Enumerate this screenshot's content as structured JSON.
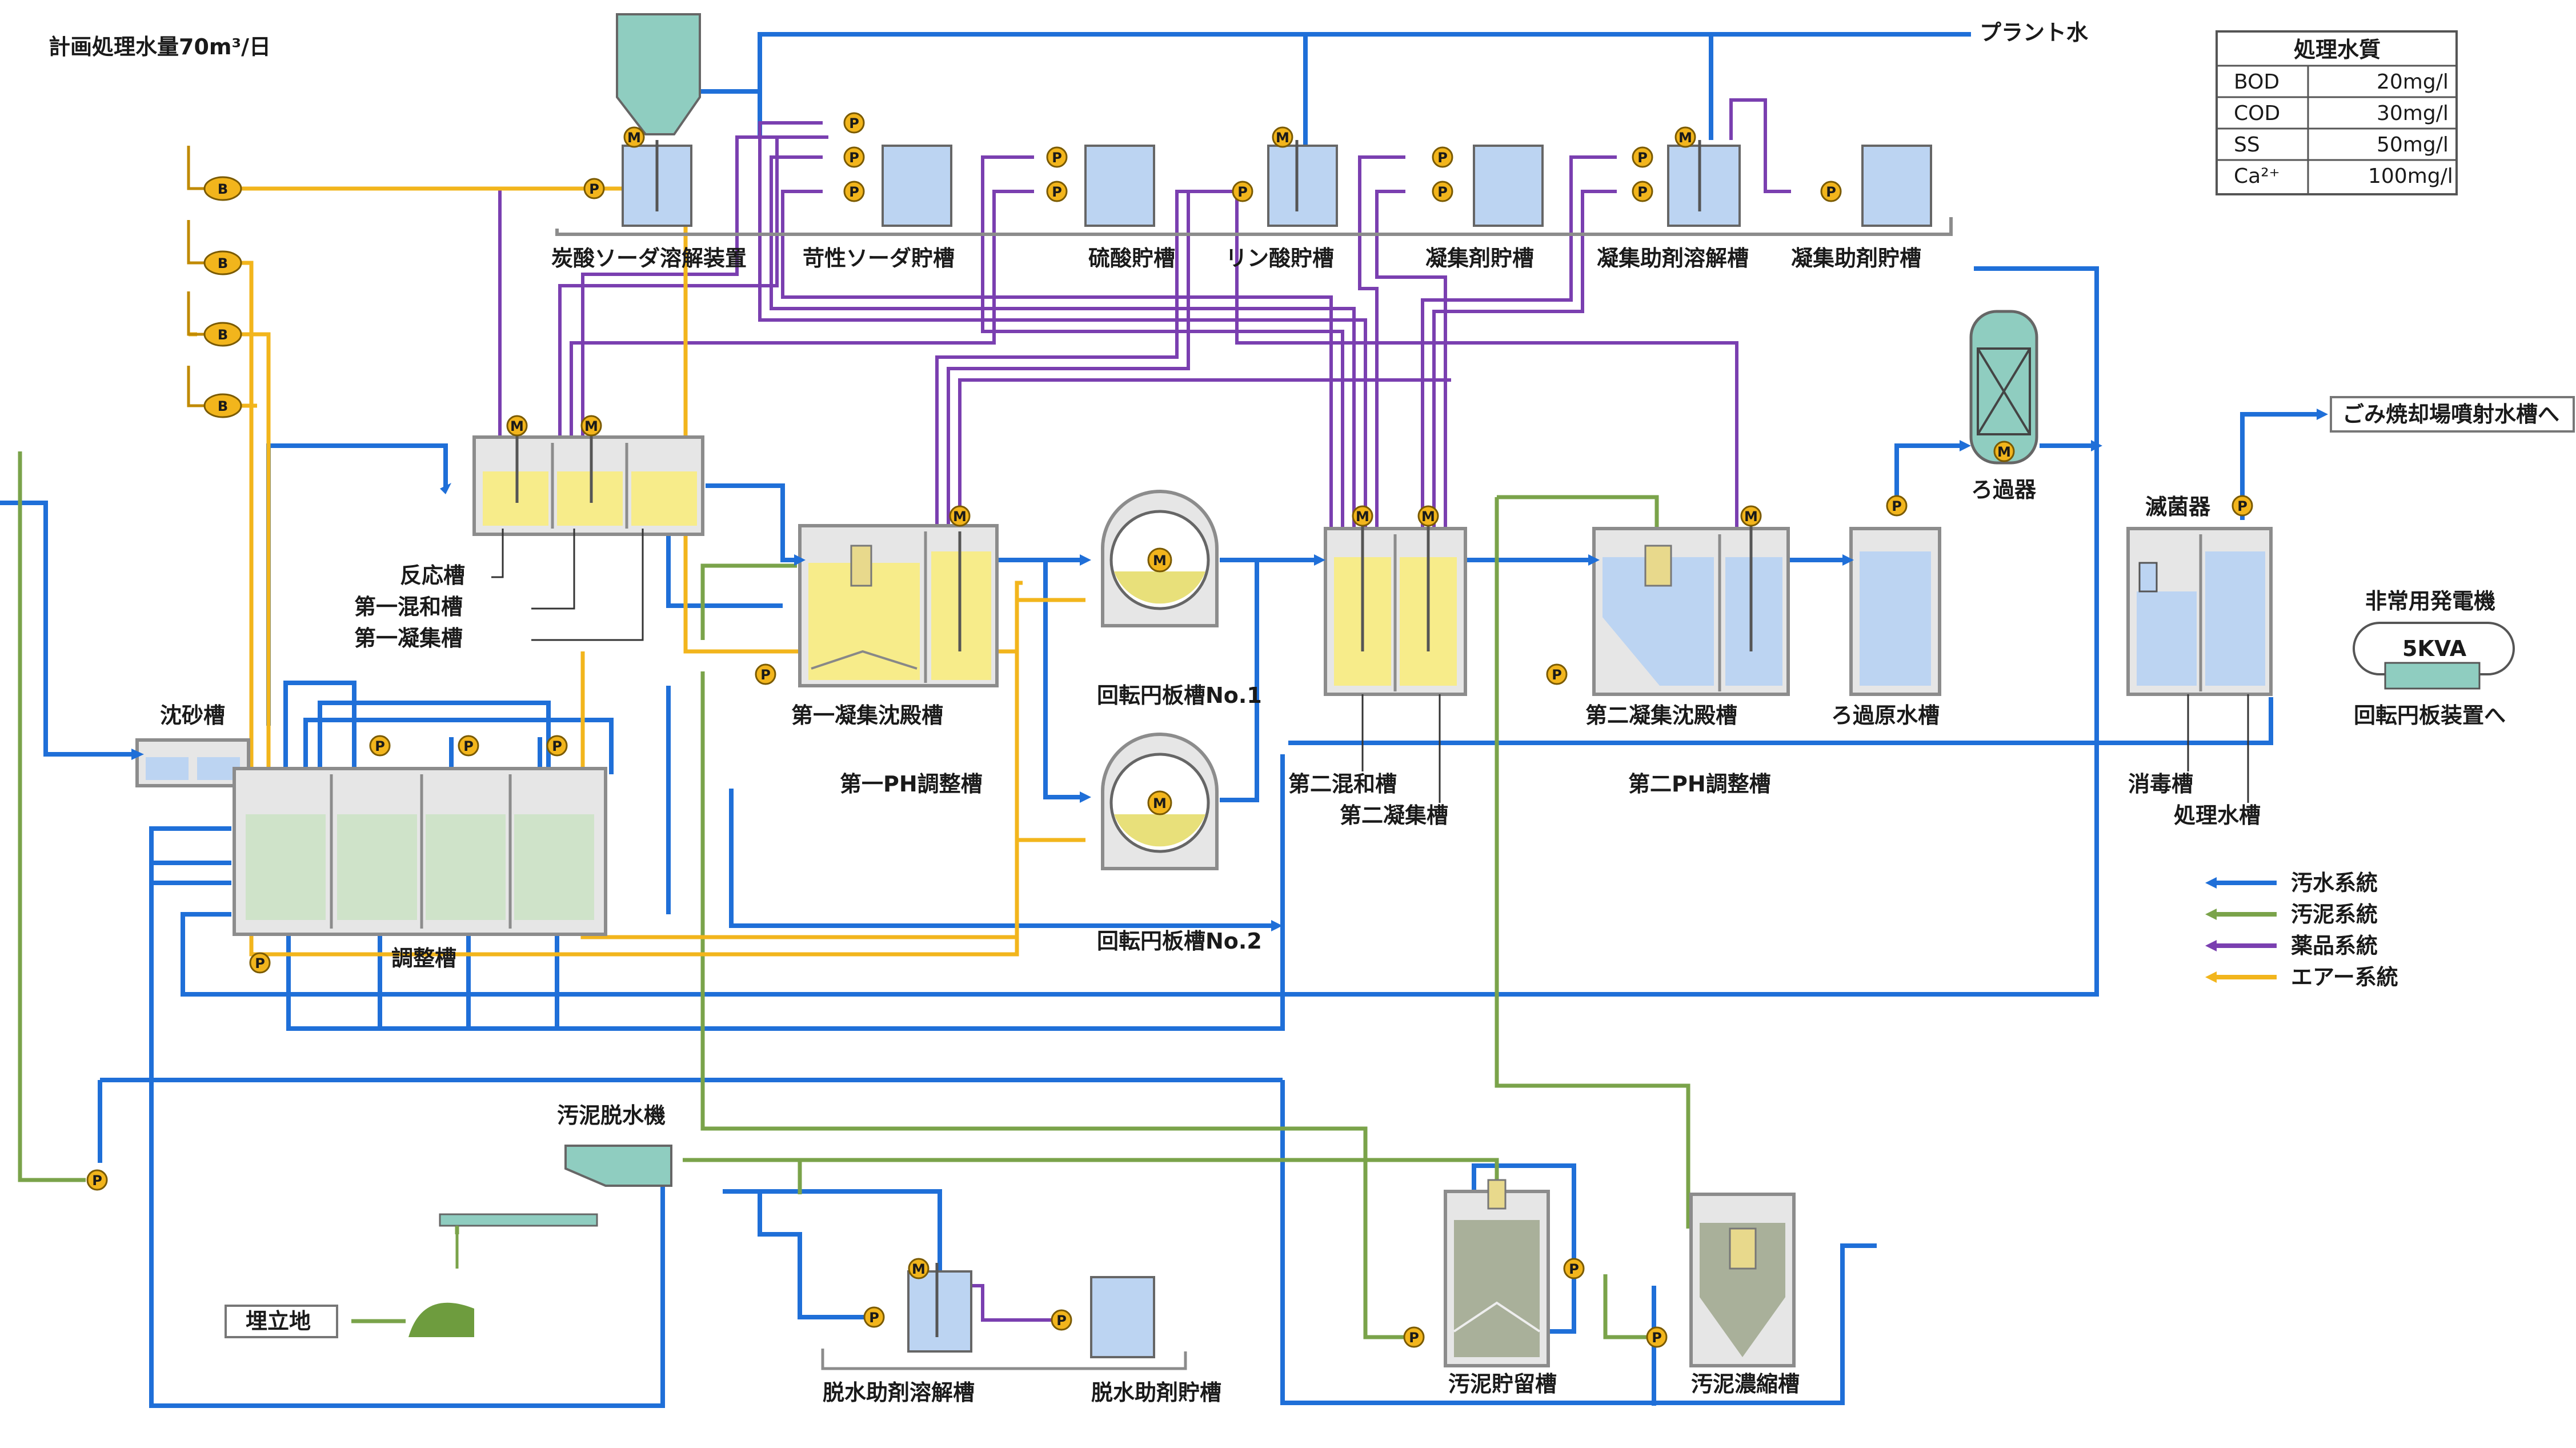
{
  "header": {
    "capacity": "計画処理水量70m³/日",
    "plant_water": "プラント水"
  },
  "quality_table": {
    "title": "処理水質",
    "rows": [
      {
        "param": "BOD",
        "value": "20mg/l"
      },
      {
        "param": "COD",
        "value": "30mg/l"
      },
      {
        "param": "SS",
        "value": "50mg/l"
      },
      {
        "param": "Ca²⁺",
        "value": "100mg/l"
      }
    ]
  },
  "tanks": {
    "soda_ash": "炭酸ソーダ溶解装置",
    "caustic": "苛性ソーダ貯槽",
    "sulfuric": "硫酸貯槽",
    "phosphoric": "リン酸貯槽",
    "coagulant": "凝集剤貯槽",
    "aid_dissolve": "凝集助剤溶解槽",
    "aid_store": "凝集助剤貯槽",
    "reaction": "反応槽",
    "mix1": "第一混和槽",
    "coag1": "第一凝集槽",
    "sedim1": "第一凝集沈殿槽",
    "ph1": "第一PH調整槽",
    "rbc1": "回転円板槽No.1",
    "rbc2": "回転円板槽No.2",
    "mix2": "第二混和槽",
    "coag2": "第二凝集槽",
    "sedim2": "第二凝集沈殿槽",
    "ph2": "第二PH調整槽",
    "filter_raw": "ろ過原水槽",
    "filter": "ろ過器",
    "sterilizer": "滅菌器",
    "disinfect": "消毒槽",
    "treated": "処理水槽",
    "grit": "沈砂槽",
    "equalize": "調整槽",
    "dewaterer": "汚泥脱水機",
    "landfill": "埋立地",
    "dew_aid_dissolve": "脱水助剤溶解槽",
    "dew_aid_store": "脱水助剤貯槽",
    "sludge_store": "汚泥貯留槽",
    "sludge_thick": "汚泥濃縮槽"
  },
  "outlet": "ごみ焼却場噴射水槽へ",
  "generator": {
    "title": "非常用発電機",
    "rating": "5KVA",
    "to": "回転円板装置へ"
  },
  "badges": {
    "motor": "M",
    "pump": "P",
    "blower": "B"
  },
  "legend": [
    {
      "label": "汚水系統",
      "color": "#1f6fd8"
    },
    {
      "label": "汚泥系統",
      "color": "#7aa34a"
    },
    {
      "label": "薬品系統",
      "color": "#7a3fb0"
    },
    {
      "label": "エアー系統",
      "color": "#f2b51c"
    }
  ],
  "colors": {
    "sewage": "#1f6fd8",
    "sludge": "#7aa34a",
    "chemical": "#7a3fb0",
    "air": "#f2b51c",
    "yellow_liquid": "#f7ec8a",
    "blue_liquid": "#bcd4f2",
    "green_liquid": "#cfe3c9",
    "tank_frame": "#8c8c8c",
    "badge": "#f2b51c"
  }
}
